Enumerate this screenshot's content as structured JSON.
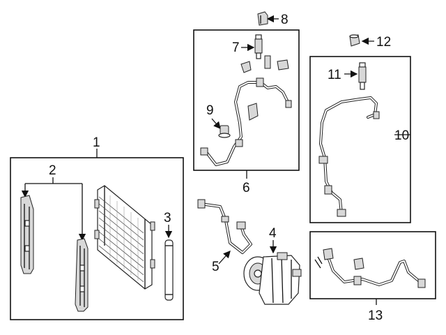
{
  "callouts": {
    "c1": "1",
    "c2": "2",
    "c3": "3",
    "c4": "4",
    "c5": "5",
    "c6": "6",
    "c7": "7",
    "c8": "8",
    "c9": "9",
    "c10": "10",
    "c11": "11",
    "c12": "12",
    "c13": "13"
  },
  "colors": {
    "line": "#111111",
    "background": "#ffffff",
    "part_fill": "#d8d8d8"
  }
}
